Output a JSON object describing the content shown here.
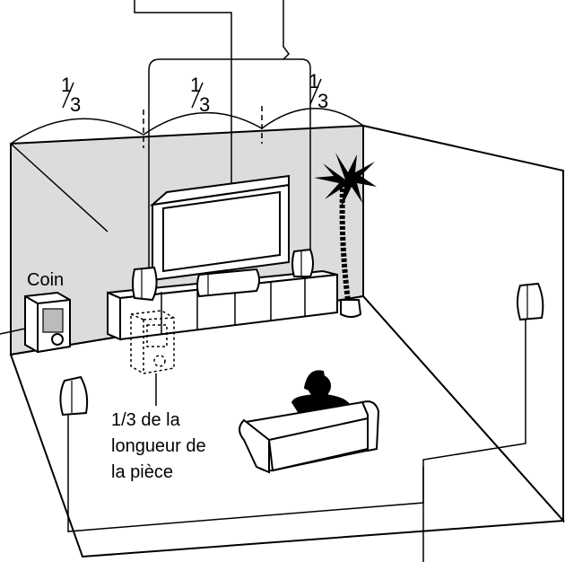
{
  "labels": {
    "fraction_num": "1",
    "fraction_den": "3",
    "corner": "Coin",
    "caption_line1": "1/3 de la",
    "caption_line2": "longueur de",
    "caption_line3": "la pièce"
  }
}
